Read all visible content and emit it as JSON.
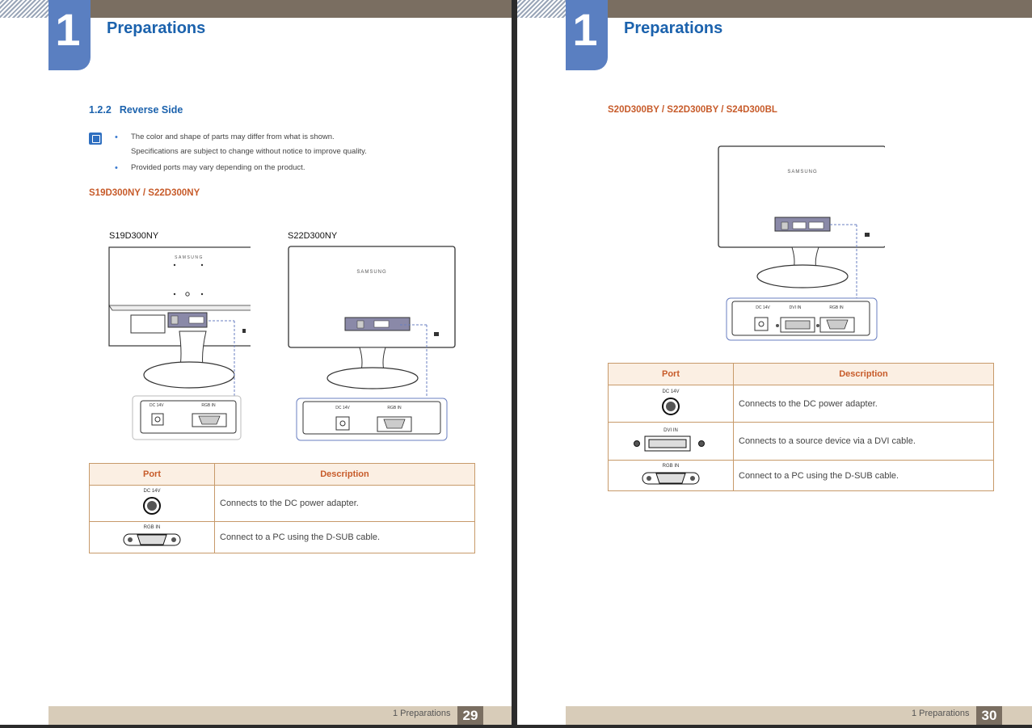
{
  "chapter": {
    "number": "1",
    "title": "Preparations"
  },
  "left": {
    "section": {
      "number": "1.2.2",
      "title": "Reverse Side"
    },
    "notes": [
      "The color and shape of parts may differ from what is shown.",
      "Specifications are subject to change without notice to improve quality.",
      "Provided ports may vary depending on the product."
    ],
    "model_heading": "S19D300NY / S22D300NY",
    "diagram_labels": [
      "S19D300NY",
      "S22D300NY"
    ],
    "brand": "SAMSUNG",
    "port_labels": {
      "dc": "DC 14V",
      "rgb": "RGB IN"
    },
    "table": {
      "headers": [
        "Port",
        "Description"
      ],
      "rows": [
        {
          "port": "DC 14V",
          "desc": "Connects to the DC power adapter."
        },
        {
          "port": "RGB IN",
          "desc": "Connect to a PC using the D-SUB cable."
        }
      ]
    },
    "footer": {
      "text": "1 Preparations",
      "page": "29"
    }
  },
  "right": {
    "model_heading": "S20D300BY / S22D300BY / S24D300BL",
    "brand": "SAMSUNG",
    "port_labels": {
      "dc": "DC 14V",
      "dvi": "DVI IN",
      "rgb": "RGB IN"
    },
    "table": {
      "headers": [
        "Port",
        "Description"
      ],
      "rows": [
        {
          "port": "DC 14V",
          "desc": "Connects to the DC power adapter."
        },
        {
          "port": "DVI IN",
          "desc": "Connects to a source device via a DVI cable."
        },
        {
          "port": "RGB IN",
          "desc": "Connect to a PC using the D-SUB cable."
        }
      ]
    },
    "footer": {
      "text": "1 Preparations",
      "page": "30"
    }
  },
  "colors": {
    "accent_blue": "#1b62ad",
    "model_orange": "#c75b2a",
    "header_brown": "#7a6e61",
    "chapter_blue": "#5a7fc1"
  }
}
